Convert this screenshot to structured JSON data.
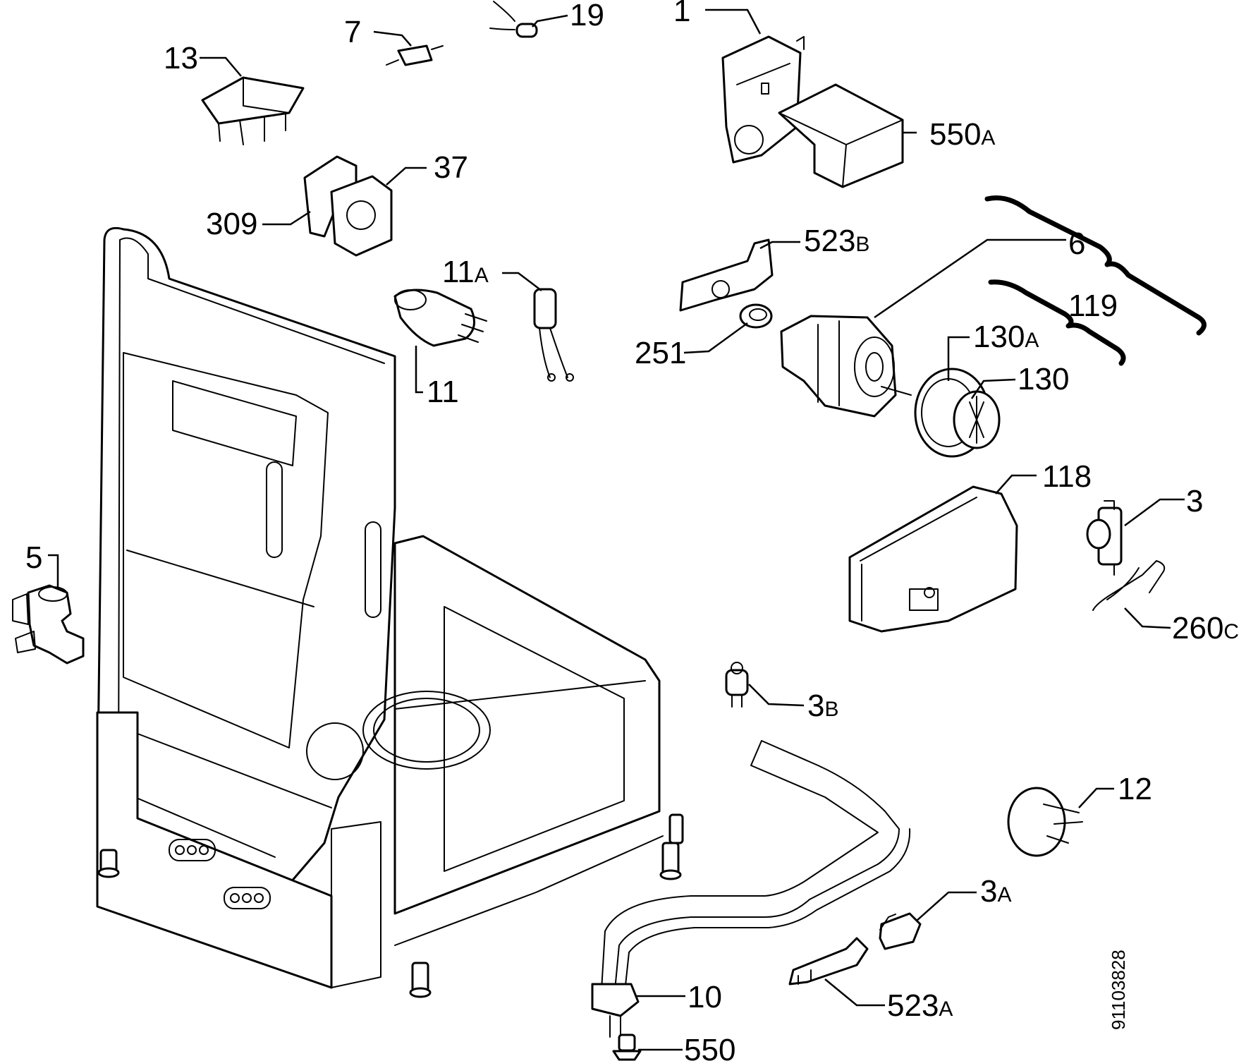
{
  "diagram": {
    "labels": [
      {
        "id": "1",
        "num": "1",
        "suffix": ""
      },
      {
        "id": "7",
        "num": "7",
        "suffix": ""
      },
      {
        "id": "19",
        "num": "19",
        "suffix": ""
      },
      {
        "id": "13",
        "num": "13",
        "suffix": ""
      },
      {
        "id": "550A",
        "num": "550",
        "suffix": "A"
      },
      {
        "id": "37",
        "num": "37",
        "suffix": ""
      },
      {
        "id": "309",
        "num": "309",
        "suffix": ""
      },
      {
        "id": "523B",
        "num": "523",
        "suffix": "B"
      },
      {
        "id": "6",
        "num": "6",
        "suffix": ""
      },
      {
        "id": "11A",
        "num": "11",
        "suffix": "A"
      },
      {
        "id": "119",
        "num": "119",
        "suffix": ""
      },
      {
        "id": "251",
        "num": "251",
        "suffix": ""
      },
      {
        "id": "130A",
        "num": "130",
        "suffix": "A"
      },
      {
        "id": "11",
        "num": "11",
        "suffix": ""
      },
      {
        "id": "130",
        "num": "130",
        "suffix": ""
      },
      {
        "id": "118",
        "num": "118",
        "suffix": ""
      },
      {
        "id": "3",
        "num": "3",
        "suffix": ""
      },
      {
        "id": "5",
        "num": "5",
        "suffix": ""
      },
      {
        "id": "260C",
        "num": "260",
        "suffix": "C"
      },
      {
        "id": "3B",
        "num": "3",
        "suffix": "B"
      },
      {
        "id": "12",
        "num": "12",
        "suffix": ""
      },
      {
        "id": "3A",
        "num": "3",
        "suffix": "A"
      },
      {
        "id": "10",
        "num": "10",
        "suffix": ""
      },
      {
        "id": "523A",
        "num": "523",
        "suffix": "A"
      },
      {
        "id": "550",
        "num": "550",
        "suffix": ""
      }
    ],
    "drawing_code": "91103828"
  }
}
